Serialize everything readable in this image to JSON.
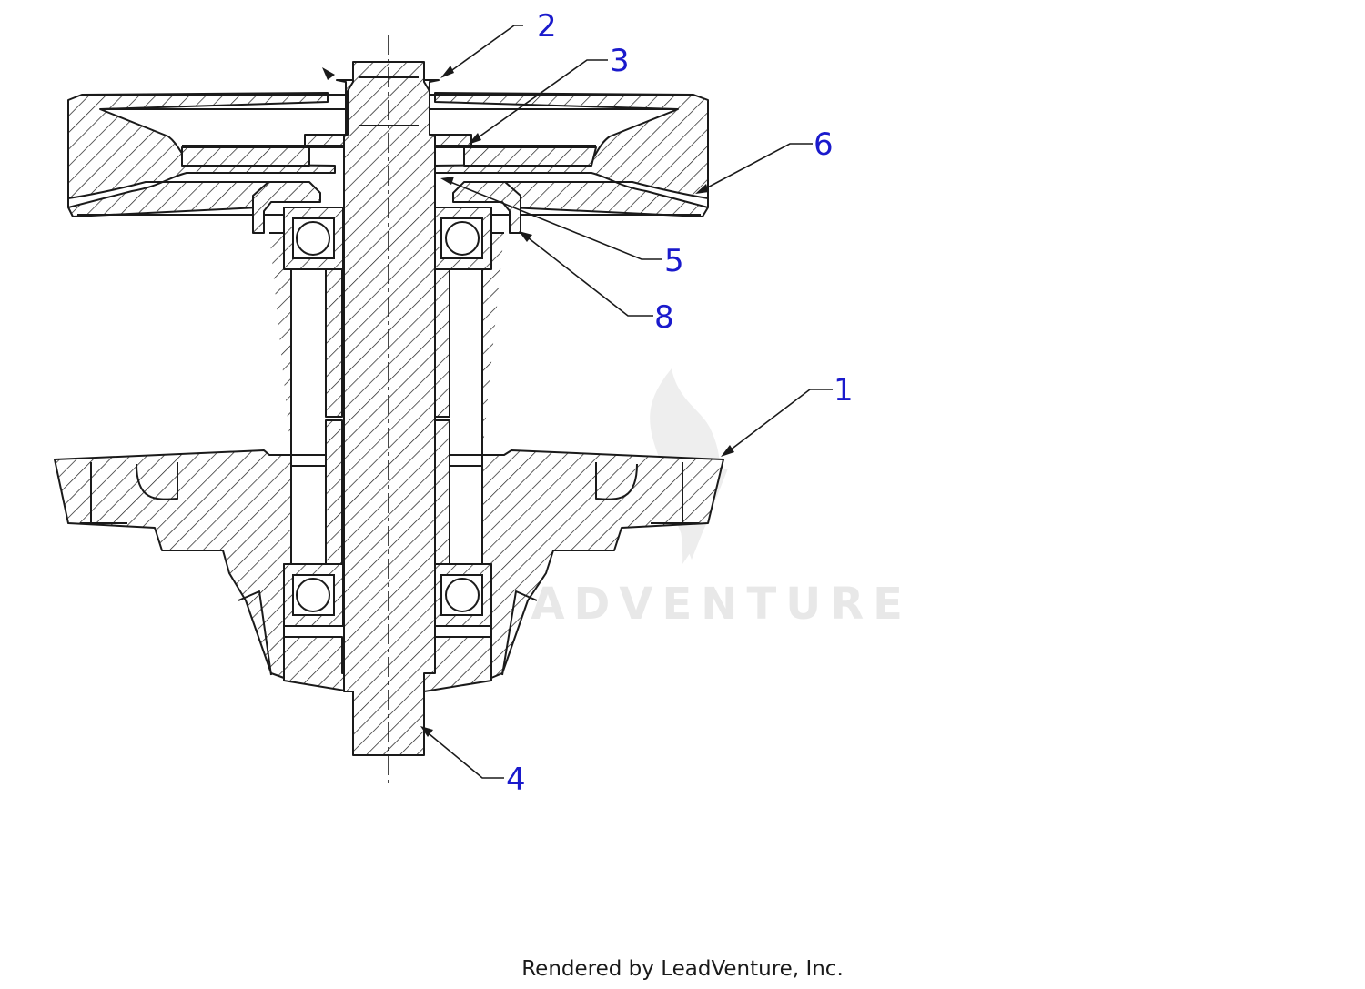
{
  "diagram": {
    "callouts": [
      {
        "label": "2"
      },
      {
        "label": "3"
      },
      {
        "label": "6"
      },
      {
        "label": "5"
      },
      {
        "label": "8"
      },
      {
        "label": "1"
      },
      {
        "label": "4"
      }
    ],
    "watermark": "LEADVENTURE"
  },
  "footer": {
    "credit": "Rendered by LeadVenture, Inc."
  },
  "colors": {
    "callout": "#1a1acc",
    "line": "#1a1a1a",
    "watermark": "#e6e6e6"
  }
}
